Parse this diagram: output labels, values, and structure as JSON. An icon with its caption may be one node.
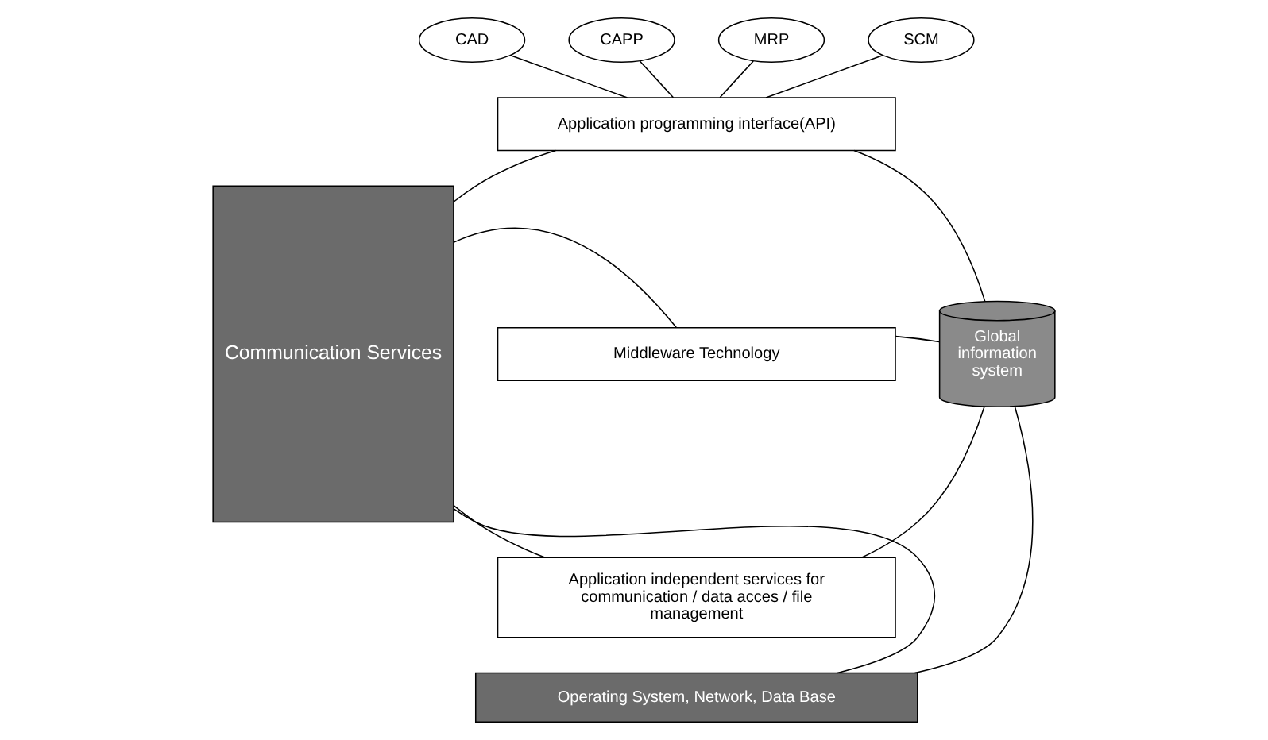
{
  "diagram": {
    "nodes": [
      {
        "text": [
          "Communication Services"
        ]
      },
      {
        "text": [
          "CAD"
        ]
      },
      {
        "text": [
          "CAPP"
        ]
      },
      {
        "text": [
          "MRP"
        ]
      },
      {
        "text": [
          "SCM"
        ]
      },
      {
        "text": [
          "Application programming interface(API)"
        ]
      },
      {
        "text": [
          "Middleware Technology"
        ]
      },
      {
        "text": [
          "Application independent services for communication / data acces / file management"
        ]
      },
      {
        "text": [
          "Operating System, Network, Data Base"
        ]
      },
      {
        "text": [
          "Global information system"
        ]
      }
    ],
    "edges": [
      {
        "from": 1,
        "to": 5,
        "arrow": "none"
      },
      {
        "from": 2,
        "to": 5,
        "arrow": "none"
      },
      {
        "from": 3,
        "to": 5,
        "arrow": "none"
      },
      {
        "from": 4,
        "to": 5,
        "arrow": "none"
      },
      {
        "from": 0,
        "to": 5,
        "arrow": "none"
      },
      {
        "from": 0,
        "to": 6,
        "arrow": "none"
      },
      {
        "from": 0,
        "to": 7,
        "arrow": "none"
      },
      {
        "from": 0,
        "to": 8,
        "arrow": "none"
      },
      {
        "from": 5,
        "to": 9,
        "arrow": "none"
      },
      {
        "from": 6,
        "to": 9,
        "arrow": "none"
      },
      {
        "from": 7,
        "to": 9,
        "arrow": "none"
      },
      {
        "from": 8,
        "to": 9,
        "arrow": "none"
      }
    ]
  }
}
